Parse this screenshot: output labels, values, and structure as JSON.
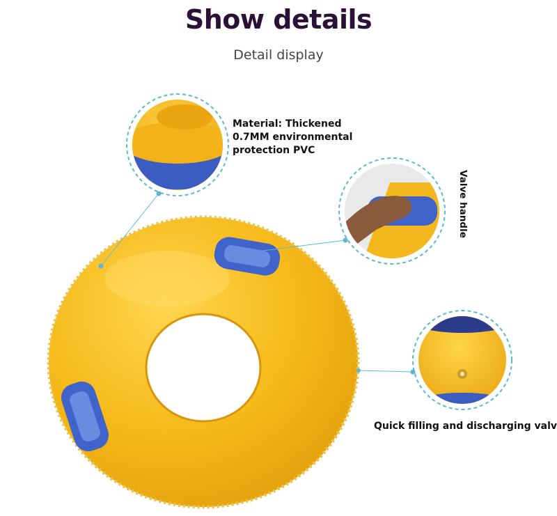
{
  "header": {
    "title": "Show details",
    "subtitle": "Detail display"
  },
  "callouts": {
    "material": "Material: Thickened 0.7MM environmental protection PVC",
    "valve_handle": "Valve handle",
    "quick_valve": "Quick filling and discharging valve"
  },
  "colors": {
    "ring_yellow": "#f6ba1a",
    "handle_blue": "#3f63c9",
    "callout_teal": "#5bb8d2",
    "title_color": "#2a1135"
  }
}
